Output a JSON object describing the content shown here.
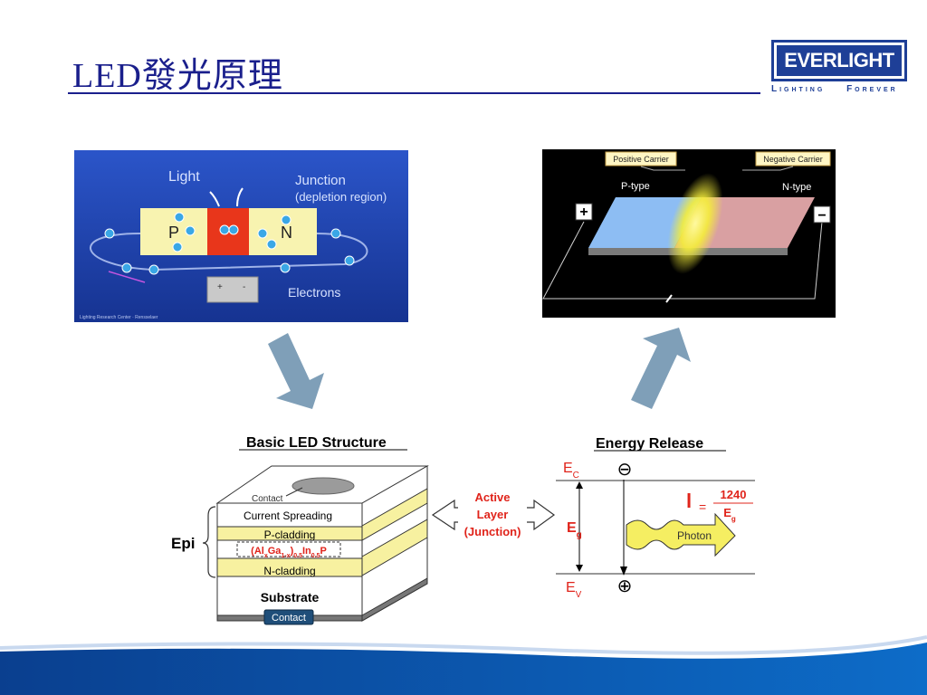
{
  "title": "LED發光原理",
  "logo": {
    "brand": "EVERLIGHT",
    "tagline_left": "Lighting",
    "tagline_right": "Forever"
  },
  "panel_junction": {
    "light": "Light",
    "junction": "Junction",
    "depletion": "(depletion region)",
    "p": "P",
    "n": "N",
    "electrons": "Electrons",
    "battery_plus": "+",
    "battery_minus": "-",
    "credit": "Lighting Research Center · Rensselaer"
  },
  "panel_carrier": {
    "positive_carrier": "Positive Carrier",
    "negative_carrier": "Negative Carrier",
    "p_type": "P-type",
    "n_type": "N-type",
    "plus": "+",
    "minus": "−"
  },
  "structure": {
    "title": "Basic LED Structure",
    "contact_top": "Contact",
    "current_spreading": "Current Spreading",
    "p_cladding": "P-cladding",
    "active_material": "(AlxGa1-x)0.5In0.5P",
    "n_cladding": "N-cladding",
    "substrate": "Substrate",
    "contact_bottom": "Contact",
    "epi": "Epi"
  },
  "active_layer": {
    "line1": "Active",
    "line2": "Layer",
    "line3": "(Junction)"
  },
  "energy": {
    "title": "Energy Release",
    "ec": "E",
    "ec_sub": "C",
    "ev": "E",
    "ev_sub": "V",
    "eg": "E",
    "eg_sub": "g",
    "electron": "⊖",
    "hole": "⊕",
    "lambda": "l",
    "equals": "=",
    "numerator": "1240",
    "denominator": "E",
    "denominator_sub": "g",
    "photon": "Photon"
  },
  "colors": {
    "title": "#1a1f8c",
    "arrow": "#7f9fb8",
    "yellow_layer": "#f7f1a0",
    "red_text": "#e0241b",
    "panel_blue": "#1c3fae"
  }
}
